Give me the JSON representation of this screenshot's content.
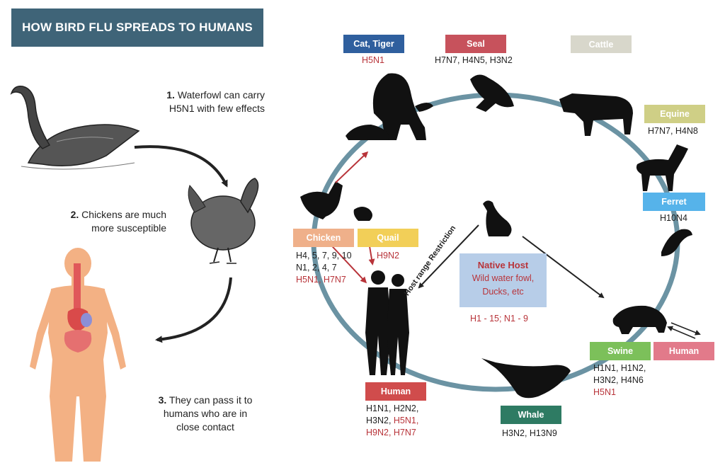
{
  "title": "HOW BIRD FLU SPREADS TO HUMANS",
  "steps": [
    {
      "num": "1.",
      "text1": "Waterfowl can carry",
      "text2": "H5N1 with few effects"
    },
    {
      "num": "2.",
      "text1": "Chickens are much",
      "text2": "more susceptible"
    },
    {
      "num": "3.",
      "text1": "They can pass it to",
      "text2": "humans who are in",
      "text3": "close contact"
    }
  ],
  "hosts": {
    "cat_tiger": {
      "label": "Cat, Tiger",
      "subtypes": "H5N1",
      "color": "#2f5f9e"
    },
    "seal": {
      "label": "Seal",
      "subtypes": "H7N7, H4N5, H3N2",
      "color": "#c7525c"
    },
    "cattle": {
      "label": "Cattle",
      "color": "#d8d7cb"
    },
    "equine": {
      "label": "Equine",
      "subtypes": "H7N7, H4N8",
      "color": "#cfcf86"
    },
    "ferret": {
      "label": "Ferret",
      "subtypes": "H10N4",
      "color": "#56b3ea"
    },
    "swine": {
      "label": "Swine",
      "line1": "H1N1, H1N2,",
      "line2": "H3N2, H4N6",
      "line3": "H5N1",
      "color": "#7cc05a"
    },
    "human_right": {
      "label": "Human",
      "color": "#e27a8a"
    },
    "whale": {
      "label": "Whale",
      "subtypes": "H3N2, H13N9",
      "color": "#2e7b63"
    },
    "human_bottom": {
      "label": "Human",
      "line1": "H1N1, H2N2,",
      "line2a": "H3N2, ",
      "line2b": "H5N1,",
      "line3": "H9N2, H7N7",
      "color": "#d04c4c"
    },
    "chicken": {
      "label": "Chicken",
      "line1": "H4, 5, 7, 9, 10",
      "line2": "N1, 2, 4, 7",
      "line3": "H5N1, H7N7",
      "color": "#efb08a"
    },
    "quail": {
      "label": "Quail",
      "subtypes": "H9N2",
      "color": "#f2cf58"
    }
  },
  "native_host": {
    "title": "Native Host",
    "desc1": "Wild water fowl,",
    "desc2": "Ducks, etc",
    "subtypes": "H1 - 15; N1 - 9"
  },
  "host_range_label": "Host range Restriction",
  "colors": {
    "title_bg": "#3f6478",
    "cycle": "#6b93a3",
    "red": "#b8343a",
    "arrow_red": "#b8343a",
    "body": "#f3b184"
  }
}
